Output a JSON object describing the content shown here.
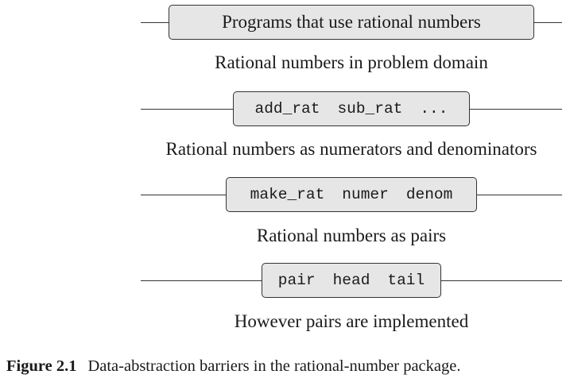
{
  "barriers": [
    {
      "label": "Programs that use rational numbers",
      "operations": []
    },
    {
      "label": "",
      "operations": [
        "add_rat",
        "sub_rat",
        "..."
      ]
    },
    {
      "label": "",
      "operations": [
        "make_rat",
        "numer",
        "denom"
      ]
    },
    {
      "label": "",
      "operations": [
        "pair",
        "head",
        "tail"
      ]
    }
  ],
  "layers": [
    "Rational numbers in problem domain",
    "Rational numbers as numerators and denominators",
    "Rational numbers as pairs",
    "However pairs are implemented"
  ],
  "caption": {
    "number": "Figure 2.1",
    "text": "Data-abstraction barriers in the rational-number package."
  }
}
